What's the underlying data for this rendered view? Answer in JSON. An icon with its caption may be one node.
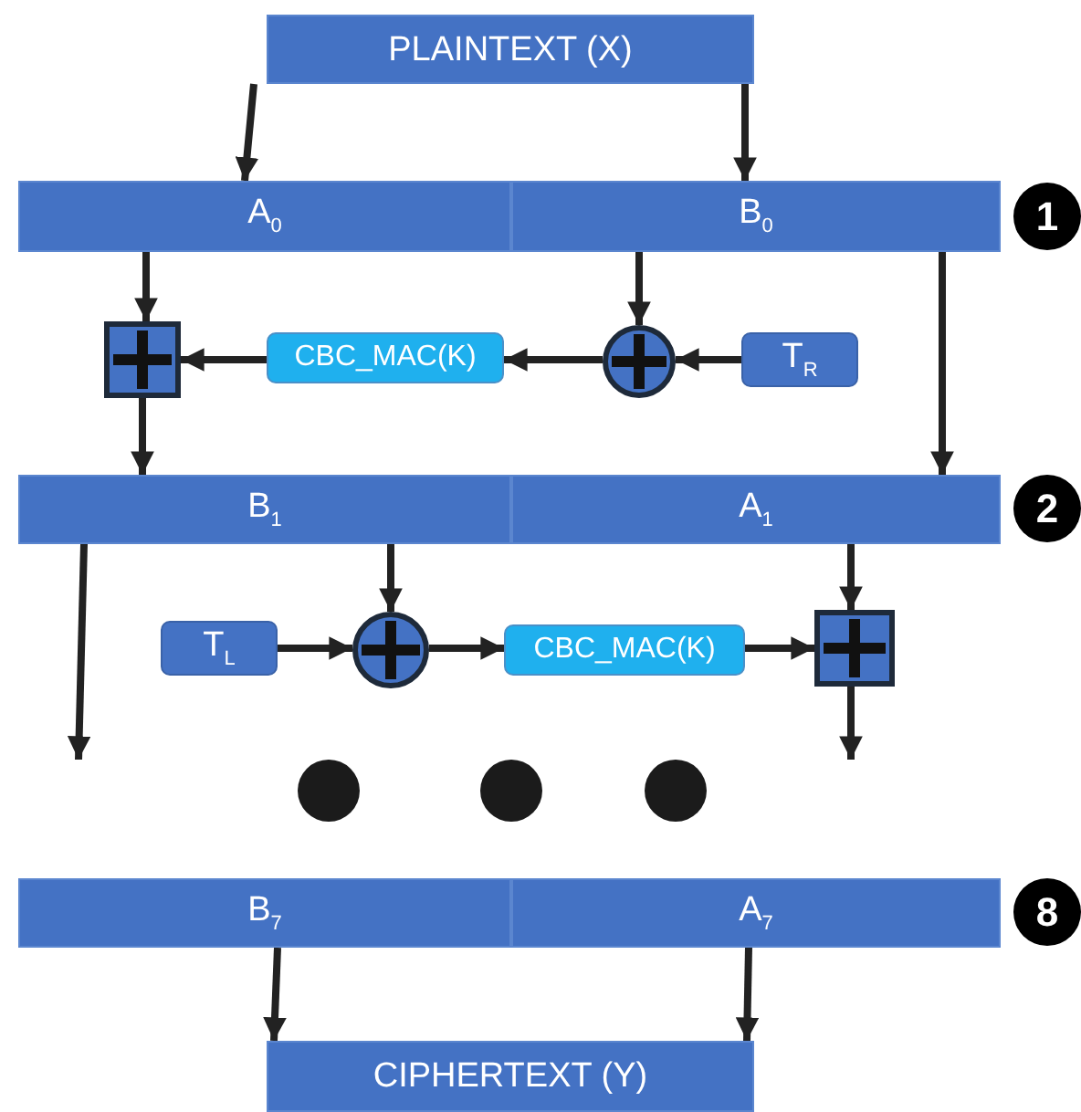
{
  "diagram": {
    "nodes": [
      {
        "text": [
          "PLAINTEXT (X)"
        ]
      },
      {
        "text": [
          "A$_{0}$"
        ]
      },
      {
        "text": [
          "B$_{0}$"
        ]
      },
      {
        "text": [
          "1"
        ]
      },
      {
        "text": [],
        "shape": "box"
      },
      {
        "text": [
          "CBC_MAC(K)"
        ]
      },
      {
        "text": [],
        "shape": "circle"
      },
      {
        "text": [
          "T$_{R}$"
        ]
      },
      {
        "text": [
          "B$_{1}$"
        ]
      },
      {
        "text": [
          "A$_{1}$"
        ]
      },
      {
        "text": [
          "2"
        ]
      },
      {
        "text": [
          "T$_{L}$"
        ]
      },
      {
        "text": [],
        "shape": "circle"
      },
      {
        "text": [
          "CBC_MAC(K)"
        ]
      },
      {
        "text": [],
        "shape": "box"
      },
      {
        "text": [],
        "shape": "circle"
      },
      {
        "text": [],
        "shape": "circle"
      },
      {
        "text": [],
        "shape": "circle"
      },
      {
        "text": [
          "B$_{7}$"
        ]
      },
      {
        "text": [
          "A$_{7}$"
        ]
      },
      {
        "text": [
          "8"
        ]
      },
      {
        "text": [
          "CIPHERTEXT (Y)"
        ]
      }
    ],
    "edges": [
      {
        "from": 0,
        "to": 1,
        "arrow": "to"
      },
      {
        "from": 0,
        "to": 2,
        "arrow": "to"
      },
      {
        "from": 1,
        "to": 4,
        "arrow": "to"
      },
      {
        "from": 2,
        "to": 6,
        "arrow": "to"
      },
      {
        "from": 7,
        "to": 6,
        "arrow": "to"
      },
      {
        "from": 6,
        "to": 5,
        "arrow": "to"
      },
      {
        "from": 5,
        "to": 4,
        "arrow": "to"
      },
      {
        "from": 4,
        "to": 8,
        "arrow": "to"
      },
      {
        "from": 2,
        "to": 9,
        "arrow": "to"
      },
      {
        "from": 8,
        "to": null,
        "arrow": "to"
      },
      {
        "from": 8,
        "to": 12,
        "arrow": "to"
      },
      {
        "from": 11,
        "to": 12,
        "arrow": "to"
      },
      {
        "from": 12,
        "to": 13,
        "arrow": "to"
      },
      {
        "from": 13,
        "to": 14,
        "arrow": "to"
      },
      {
        "from": 9,
        "to": 14,
        "arrow": "to"
      },
      {
        "from": 14,
        "to": null,
        "arrow": "to"
      },
      {
        "from": 18,
        "to": 21,
        "arrow": "to"
      },
      {
        "from": 19,
        "to": 21,
        "arrow": "to"
      }
    ]
  }
}
